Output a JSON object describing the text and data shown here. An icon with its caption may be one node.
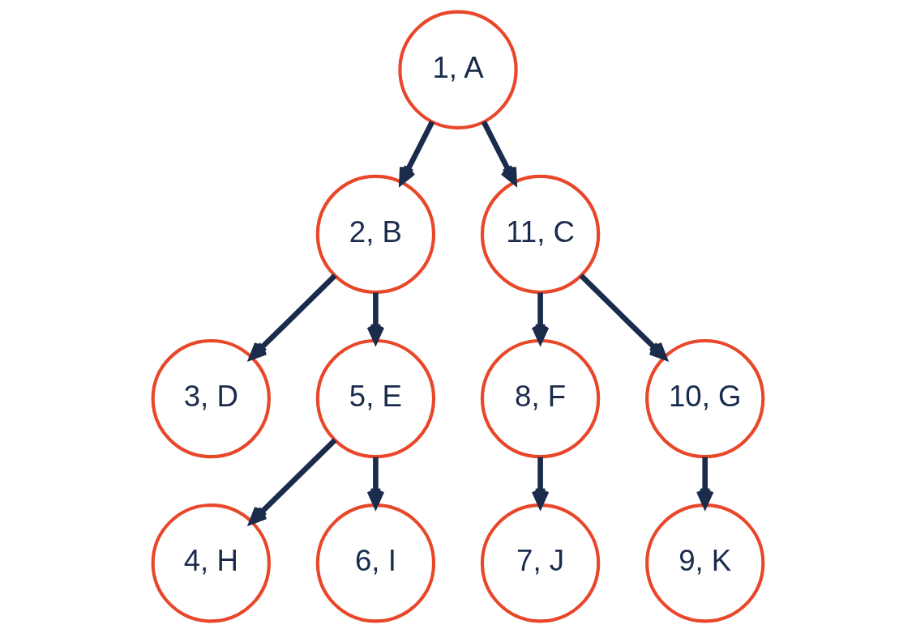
{
  "diagram": {
    "nodes": [
      {
        "text": [
          "1, A"
        ]
      },
      {
        "text": [
          "2, B"
        ]
      },
      {
        "text": [
          "11, C"
        ]
      },
      {
        "text": [
          "3, D"
        ]
      },
      {
        "text": [
          "5, E"
        ]
      },
      {
        "text": [
          "8, F"
        ]
      },
      {
        "text": [
          "10, G"
        ]
      },
      {
        "text": [
          "4, H"
        ]
      },
      {
        "text": [
          "6, I"
        ]
      },
      {
        "text": [
          "7, J"
        ]
      },
      {
        "text": [
          "9, K"
        ]
      }
    ],
    "edges": [
      {
        "from": 0,
        "to": 1,
        "arrow": "to"
      },
      {
        "from": 0,
        "to": 2,
        "arrow": "to"
      },
      {
        "from": 1,
        "to": 3,
        "arrow": "to"
      },
      {
        "from": 1,
        "to": 4,
        "arrow": "to"
      },
      {
        "from": 2,
        "to": 5,
        "arrow": "to"
      },
      {
        "from": 2,
        "to": 6,
        "arrow": "to"
      },
      {
        "from": 4,
        "to": 7,
        "arrow": "to"
      },
      {
        "from": 4,
        "to": 8,
        "arrow": "to"
      },
      {
        "from": 5,
        "to": 9,
        "arrow": "to"
      },
      {
        "from": 6,
        "to": 10,
        "arrow": "to"
      }
    ]
  }
}
